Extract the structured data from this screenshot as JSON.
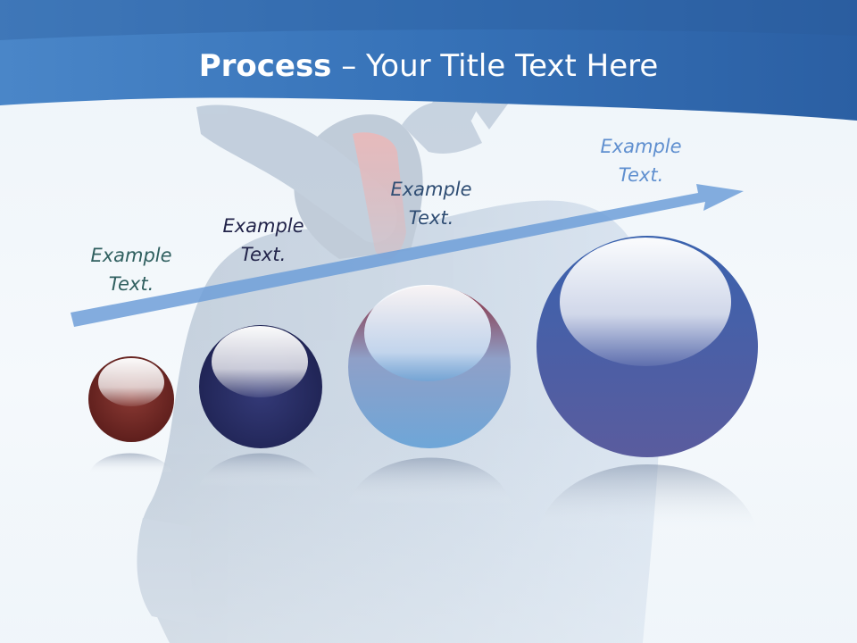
{
  "slide": {
    "title_bold": "Process",
    "title_rest": " – Your Title Text Here"
  },
  "steps": [
    {
      "line1": "Example",
      "line2": "Text.",
      "text_color": "#2f5f5f",
      "sphere_color": "#6e2020"
    },
    {
      "line1": "Example",
      "line2": "Text.",
      "text_color": "#22244a",
      "sphere_color": "#232656"
    },
    {
      "line1": "Example",
      "line2": "Text.",
      "text_color": "#2f4d73",
      "sphere_color": "#6ea0d2"
    },
    {
      "line1": "Example",
      "line2": "Text.",
      "text_color": "#5f8fcf",
      "sphere_color": "#3d5ea8"
    }
  ],
  "colors": {
    "header_dark": "#2f64a8",
    "header_light": "#4a86c8",
    "arrow": "#6f9fd8"
  }
}
